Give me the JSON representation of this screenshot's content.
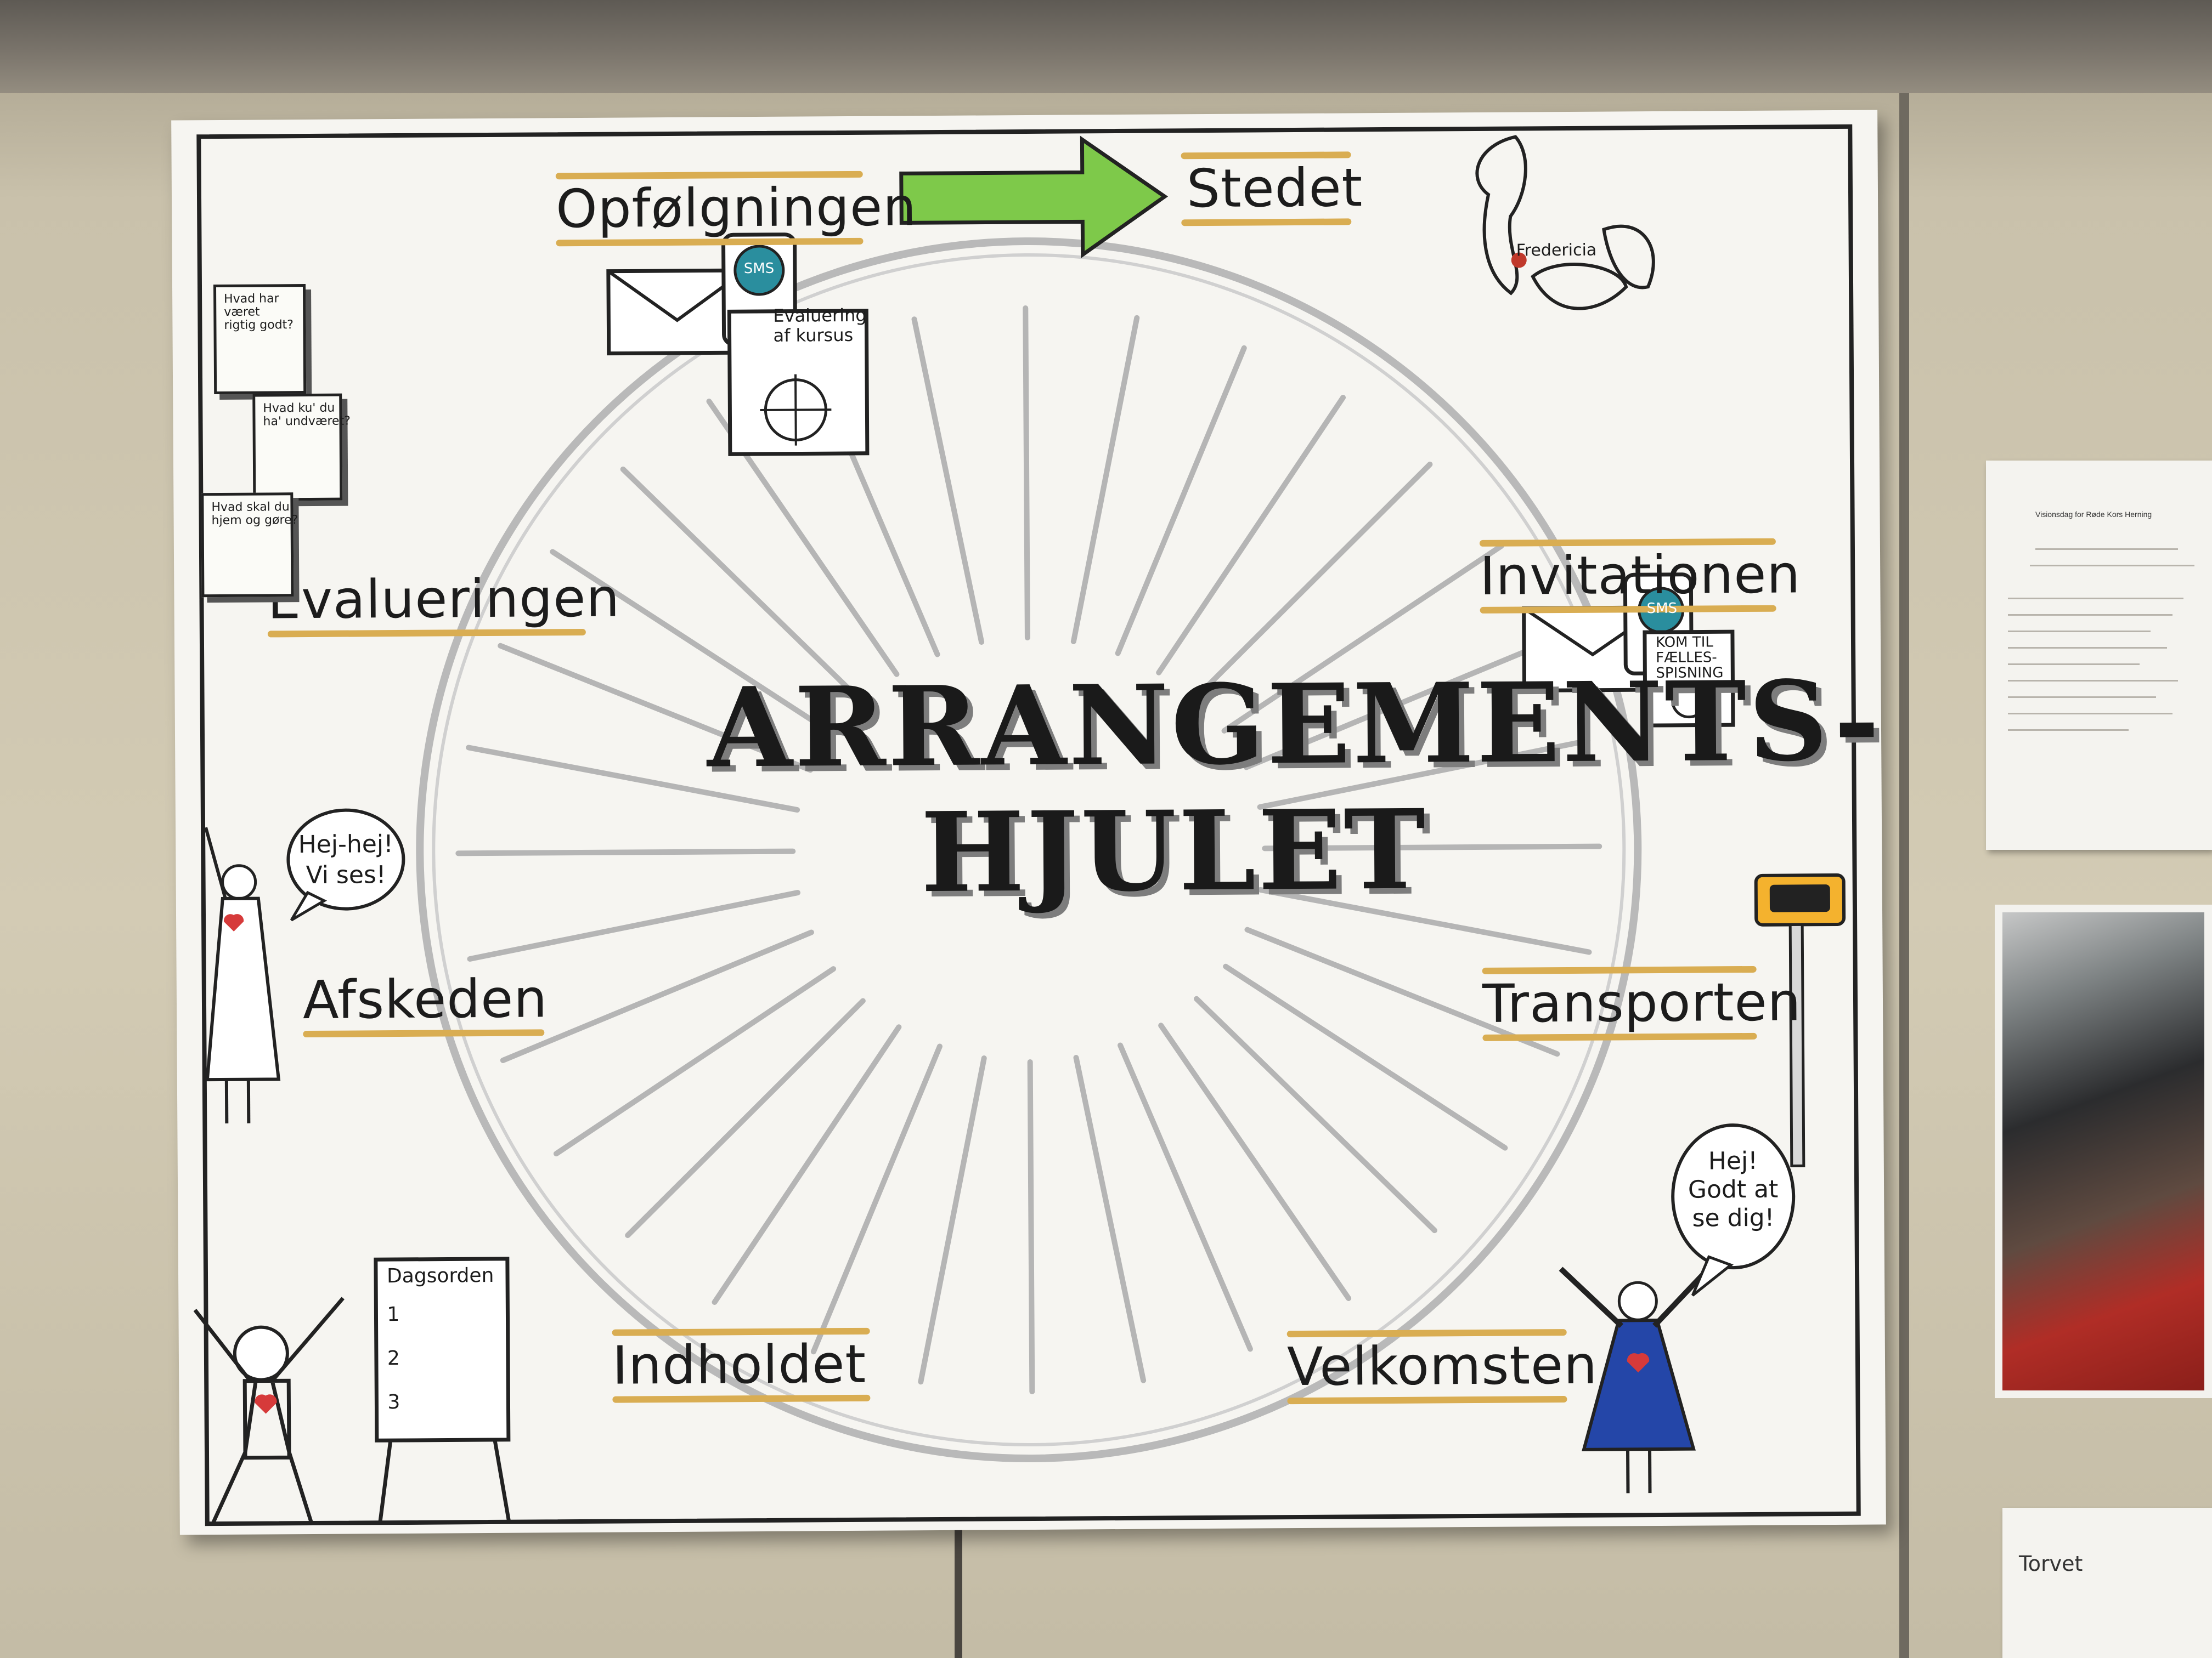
{
  "poster": {
    "title_line1": "ARRANGEMENTS-",
    "title_line2": "HJULET",
    "labels": {
      "stedet": "Stedet",
      "opfolgningen": "Opfølgningen",
      "invitationen": "Invitationen",
      "evalueringen": "Evalueringen",
      "transporten": "Transporten",
      "afskeden": "Afskeden",
      "indholdet": "Indholdet",
      "velkomsten": "Velkomsten"
    },
    "map_city": "Fredericia",
    "phone_badge_1": "SMS",
    "phone_badge_2": "SMS",
    "eval_card": [
      "Evaluering",
      "af kursus"
    ],
    "menu_card": [
      "KOM TIL",
      "FÆLLES-",
      "SPISNING"
    ],
    "notes": [
      {
        "text": [
          "Hvad har",
          "været",
          "rigtig godt?"
        ]
      },
      {
        "text": [
          "Hvad ku' du",
          "ha' undværet?"
        ]
      },
      {
        "text": [
          "Hvad skal du",
          "hjem og gøre?"
        ]
      }
    ],
    "bubble_bye": [
      "Hej-hej!",
      "Vi ses!"
    ],
    "bubble_welcome": [
      "Hej!",
      "Godt at",
      "se dig!"
    ],
    "agenda": {
      "title": "Dagsorden",
      "items": [
        "1",
        "2",
        "3"
      ]
    },
    "colors": {
      "arrow": "#7ec94a",
      "underline": "#d9ad52",
      "heart": "#d63a3a",
      "welcome_dress": "#2446a8"
    }
  },
  "wall": {
    "side_sheet_title": "Visionsdag for Røde Kors Herning",
    "torvet_title": "Torvet"
  }
}
